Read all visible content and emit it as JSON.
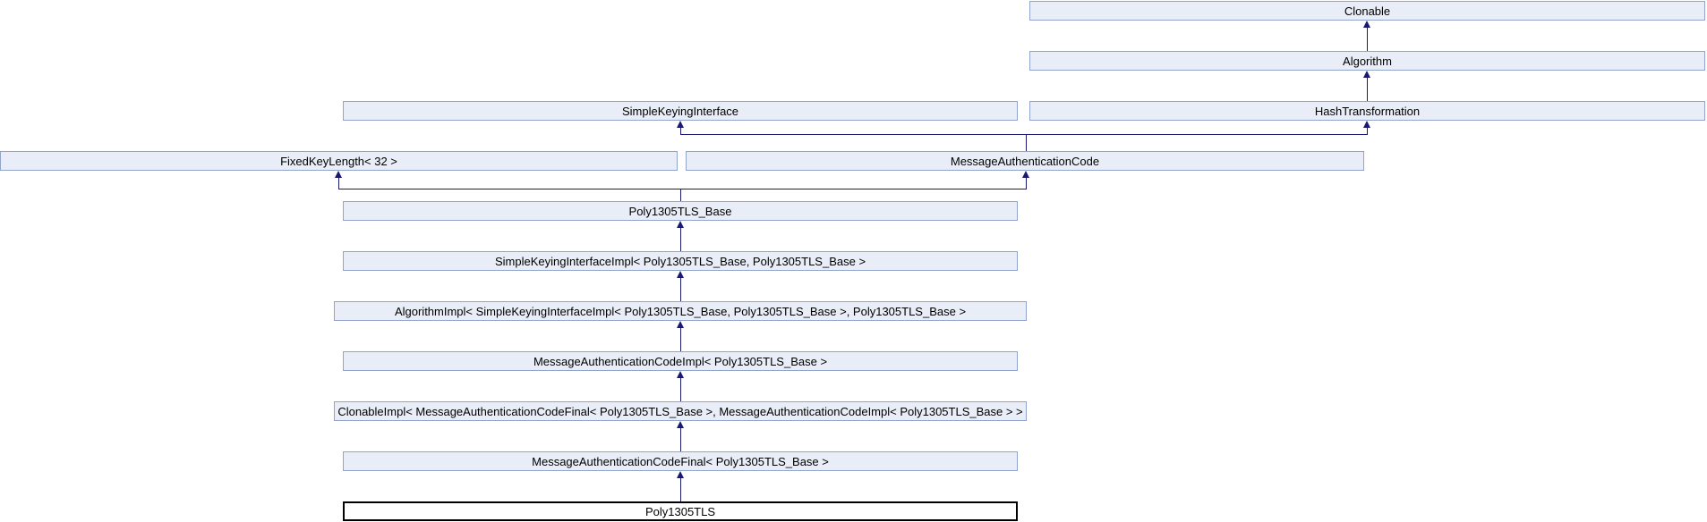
{
  "diagram": {
    "type": "inheritance-diagram",
    "focus_class": "Poly1305TLS",
    "colors": {
      "node_fill": "#E8EDF7",
      "node_border": "#93A4CC",
      "focus_fill": "#FFFFFF",
      "focus_border": "#000000",
      "edge": "#191970",
      "background": "#FFFFFF"
    },
    "nodes": {
      "clonable": {
        "label": "Clonable"
      },
      "algorithm": {
        "label": "Algorithm"
      },
      "ski": {
        "label": "SimpleKeyingInterface"
      },
      "ht": {
        "label": "HashTransformation"
      },
      "fkl": {
        "label": "FixedKeyLength< 32 >"
      },
      "mac": {
        "label": "MessageAuthenticationCode"
      },
      "base": {
        "label": "Poly1305TLS_Base"
      },
      "skii": {
        "label": "SimpleKeyingInterfaceImpl< Poly1305TLS_Base, Poly1305TLS_Base >"
      },
      "algi": {
        "label": "AlgorithmImpl< SimpleKeyingInterfaceImpl< Poly1305TLS_Base, Poly1305TLS_Base >, Poly1305TLS_Base >"
      },
      "maci": {
        "label": "MessageAuthenticationCodeImpl< Poly1305TLS_Base >"
      },
      "cli": {
        "label": "ClonableImpl< MessageAuthenticationCodeFinal< Poly1305TLS_Base >, MessageAuthenticationCodeImpl< Poly1305TLS_Base > >"
      },
      "macf": {
        "label": "MessageAuthenticationCodeFinal< Poly1305TLS_Base >"
      },
      "poly": {
        "label": "Poly1305TLS"
      }
    },
    "edges": [
      {
        "from": "algorithm",
        "to": "clonable"
      },
      {
        "from": "ht",
        "to": "algorithm"
      },
      {
        "from": "mac",
        "to": "ski"
      },
      {
        "from": "mac",
        "to": "ht"
      },
      {
        "from": "base",
        "to": "fkl"
      },
      {
        "from": "base",
        "to": "mac"
      },
      {
        "from": "skii",
        "to": "base"
      },
      {
        "from": "algi",
        "to": "skii"
      },
      {
        "from": "maci",
        "to": "algi"
      },
      {
        "from": "cli",
        "to": "maci"
      },
      {
        "from": "macf",
        "to": "cli"
      },
      {
        "from": "poly",
        "to": "macf"
      }
    ]
  }
}
